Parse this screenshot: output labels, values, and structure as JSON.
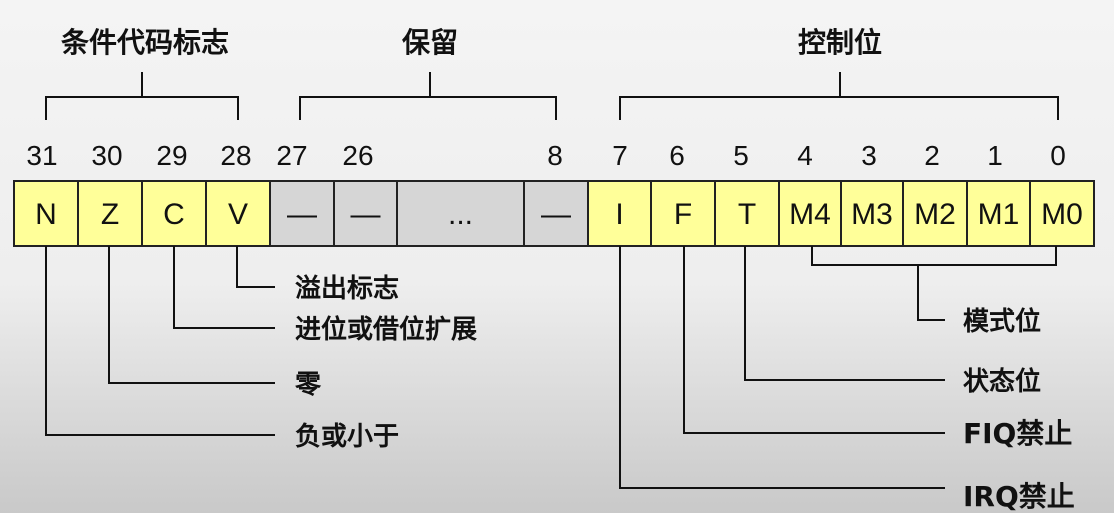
{
  "groups": [
    {
      "label": "条件代码标志"
    },
    {
      "label": "保留"
    },
    {
      "label": "控制位"
    }
  ],
  "bits": [
    "31",
    "30",
    "29",
    "28",
    "27",
    "26",
    "8",
    "7",
    "6",
    "5",
    "4",
    "3",
    "2",
    "1",
    "0"
  ],
  "cells": [
    {
      "text": "N",
      "type": "flag"
    },
    {
      "text": "Z",
      "type": "flag"
    },
    {
      "text": "C",
      "type": "flag"
    },
    {
      "text": "V",
      "type": "flag"
    },
    {
      "text": "—",
      "type": "reserved"
    },
    {
      "text": "—",
      "type": "reserved"
    },
    {
      "text": "...",
      "type": "reserved"
    },
    {
      "text": "—",
      "type": "reserved"
    },
    {
      "text": "I",
      "type": "flag"
    },
    {
      "text": "F",
      "type": "flag"
    },
    {
      "text": "T",
      "type": "flag"
    },
    {
      "text": "M4",
      "type": "flag"
    },
    {
      "text": "M3",
      "type": "flag"
    },
    {
      "text": "M2",
      "type": "flag"
    },
    {
      "text": "M1",
      "type": "flag"
    },
    {
      "text": "M0",
      "type": "flag"
    }
  ],
  "descriptions": {
    "V": "溢出标志",
    "C": "进位或借位扩展",
    "Z": "零",
    "N": "负或小于",
    "M": "模式位",
    "T": "状态位",
    "F": "FIQ禁止",
    "I": "IRQ禁止"
  },
  "colors": {
    "flag": "#ffff99",
    "reserved": "#d6d6d6",
    "line": "#111111"
  }
}
